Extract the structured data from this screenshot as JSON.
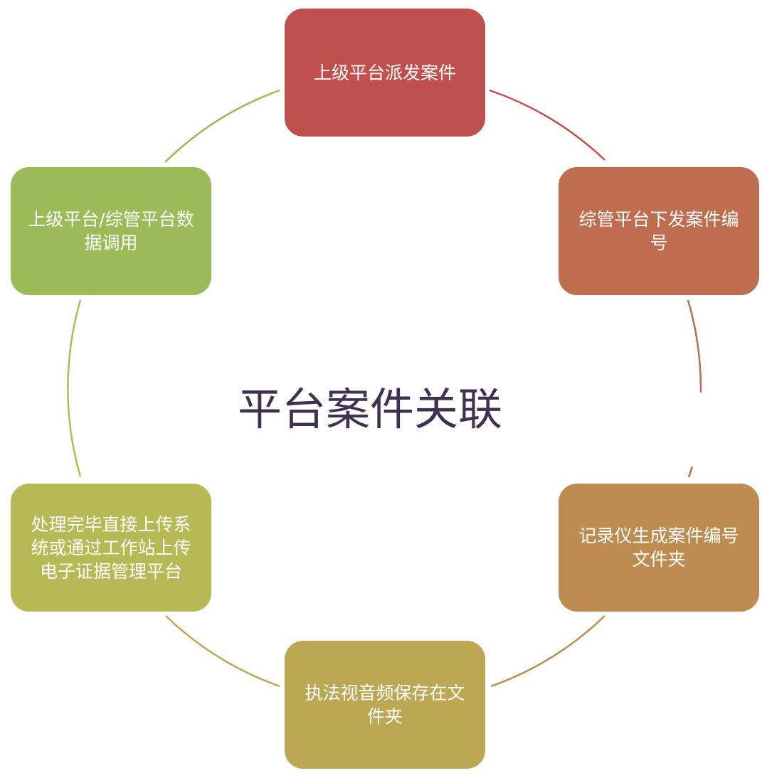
{
  "title": "平台案件关联",
  "steps": [
    {
      "label": "上级平台派发案件",
      "color": "#C0504D"
    },
    {
      "label": "综管平台下发案件编号",
      "color": "#BF6D4F"
    },
    {
      "label": "记录仪生成案件编号文件夹",
      "color": "#BE8C50"
    },
    {
      "label": "执法视音频保存在文件夹",
      "color": "#BCA752"
    },
    {
      "label": "处理完毕直接上传系统或通过工作站上传电子证据管理平台",
      "color": "#B7B955"
    },
    {
      "label": "上级平台/综管平台数据调用",
      "color": "#9BBB59"
    }
  ]
}
